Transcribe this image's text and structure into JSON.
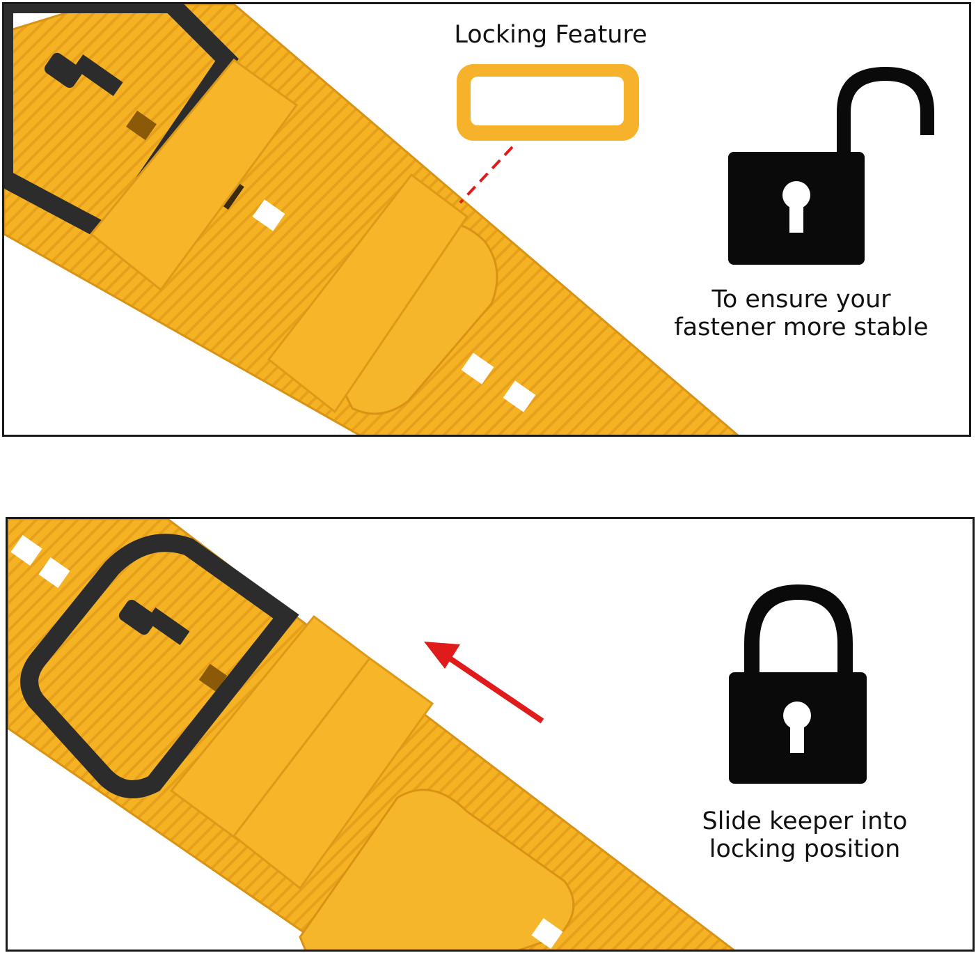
{
  "top_panel": {
    "title": "Locking Feature",
    "caption_line1": "To ensure your",
    "caption_line2": "fastener more stable",
    "lock_icon": "unlocked-padlock-icon"
  },
  "bottom_panel": {
    "caption_line1": "Slide keeper into",
    "caption_line2": "locking position",
    "lock_icon": "locked-padlock-icon",
    "arrow_icon": "red-arrow-icon"
  },
  "colors": {
    "strap": "#f5b324",
    "strap_shadow": "#e09a14",
    "keeper": "#f7b52a",
    "buckle": "#2c2c2c",
    "accent_red": "#e01b1b",
    "border": "#1a1a1a"
  }
}
